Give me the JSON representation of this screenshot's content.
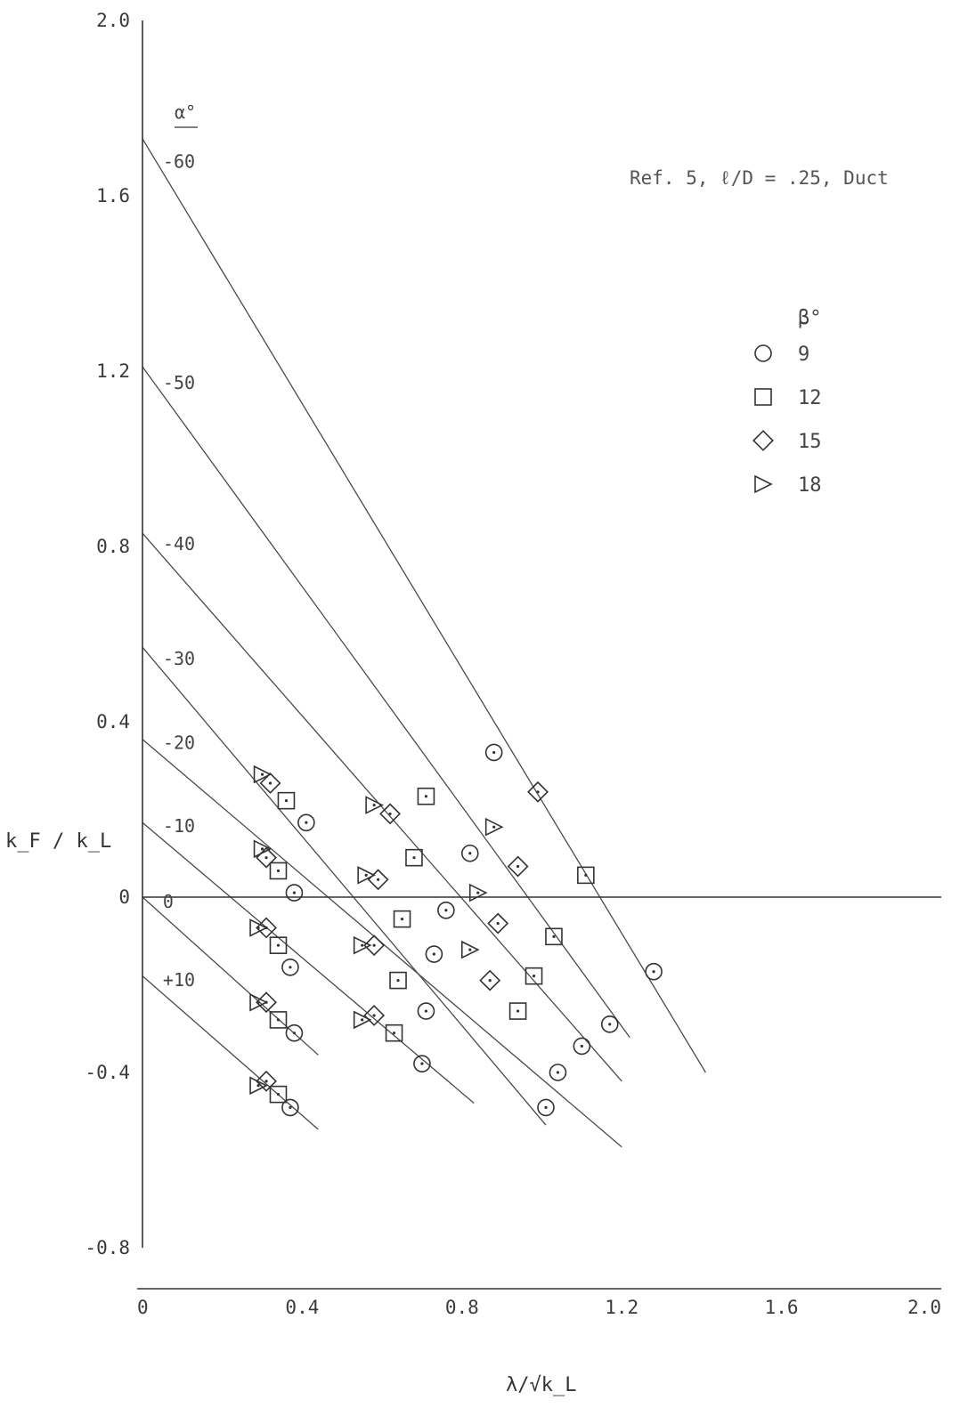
{
  "chart_data": {
    "type": "scatter",
    "title": "",
    "annotation": "Ref. 5, ℓ/D = .25, Duct",
    "xlabel": "λ/√k_L",
    "ylabel": "k_F / k_L",
    "xlim": [
      0,
      2.0
    ],
    "ylim": [
      -0.8,
      2.0
    ],
    "x_ticks": [
      {
        "value": 0,
        "label": "0"
      },
      {
        "value": 0.4,
        "label": "0.4"
      },
      {
        "value": 0.8,
        "label": "0.8"
      },
      {
        "value": 1.2,
        "label": "1.2"
      },
      {
        "value": 1.6,
        "label": "1.6"
      },
      {
        "value": 2.0,
        "label": "2.0"
      }
    ],
    "y_ticks": [
      {
        "value": 2.0,
        "label": "2.0"
      },
      {
        "value": 1.6,
        "label": "1.6"
      },
      {
        "value": 1.2,
        "label": "1.2"
      },
      {
        "value": 0.8,
        "label": "0.8"
      },
      {
        "value": 0.4,
        "label": "0.4"
      },
      {
        "value": 0,
        "label": "0"
      },
      {
        "value": -0.4,
        "label": "-0.4"
      },
      {
        "value": -0.8,
        "label": "-0.8"
      }
    ],
    "grid": false,
    "line_group_title": "α°",
    "lines": [
      {
        "label": "-60",
        "x": [
          0,
          1.41
        ],
        "y": [
          1.73,
          -0.4
        ]
      },
      {
        "label": "-50",
        "x": [
          0,
          1.22
        ],
        "y": [
          1.21,
          -0.32
        ]
      },
      {
        "label": "-40",
        "x": [
          0,
          1.2
        ],
        "y": [
          0.83,
          -0.42
        ]
      },
      {
        "label": "-30",
        "x": [
          0,
          1.01
        ],
        "y": [
          0.57,
          -0.52
        ]
      },
      {
        "label": "-20",
        "x": [
          0,
          1.2
        ],
        "y": [
          0.36,
          -0.57
        ]
      },
      {
        "label": "-10",
        "x": [
          0,
          0.83
        ],
        "y": [
          0.17,
          -0.47
        ]
      },
      {
        "label": "0",
        "x": [
          0,
          0.44
        ],
        "y": [
          0.0,
          -0.36
        ]
      },
      {
        "label": "+10",
        "x": [
          0,
          0.44
        ],
        "y": [
          -0.18,
          -0.53
        ]
      }
    ],
    "reference_line": {
      "y": 0
    },
    "legend": {
      "title": "β°",
      "placement": "right",
      "entries": [
        {
          "marker": "circle",
          "label": "9"
        },
        {
          "marker": "square",
          "label": "12"
        },
        {
          "marker": "diamond",
          "label": "15"
        },
        {
          "marker": "triangle",
          "label": "18"
        }
      ]
    },
    "series": [
      {
        "marker": "circle",
        "points": [
          [
            0.88,
            0.33
          ],
          [
            0.41,
            0.17
          ],
          [
            0.38,
            0.01
          ],
          [
            0.37,
            -0.16
          ],
          [
            0.38,
            -0.31
          ],
          [
            0.37,
            -0.48
          ],
          [
            0.82,
            0.1
          ],
          [
            0.76,
            -0.03
          ],
          [
            0.73,
            -0.13
          ],
          [
            0.71,
            -0.26
          ],
          [
            0.7,
            -0.38
          ],
          [
            1.28,
            -0.17
          ],
          [
            1.17,
            -0.29
          ],
          [
            1.1,
            -0.34
          ],
          [
            1.04,
            -0.4
          ],
          [
            1.01,
            -0.48
          ]
        ]
      },
      {
        "marker": "square",
        "points": [
          [
            0.36,
            0.22
          ],
          [
            0.34,
            0.06
          ],
          [
            0.34,
            -0.11
          ],
          [
            0.34,
            -0.28
          ],
          [
            0.34,
            -0.45
          ],
          [
            0.71,
            0.23
          ],
          [
            0.68,
            0.09
          ],
          [
            0.65,
            -0.05
          ],
          [
            0.64,
            -0.19
          ],
          [
            0.63,
            -0.31
          ],
          [
            1.11,
            0.05
          ],
          [
            1.03,
            -0.09
          ],
          [
            0.98,
            -0.18
          ],
          [
            0.94,
            -0.26
          ]
        ]
      },
      {
        "marker": "diamond",
        "points": [
          [
            0.32,
            0.26
          ],
          [
            0.31,
            0.09
          ],
          [
            0.31,
            -0.07
          ],
          [
            0.31,
            -0.24
          ],
          [
            0.31,
            -0.42
          ],
          [
            0.62,
            0.19
          ],
          [
            0.59,
            0.04
          ],
          [
            0.58,
            -0.11
          ],
          [
            0.58,
            -0.27
          ],
          [
            0.99,
            0.24
          ],
          [
            0.94,
            0.07
          ],
          [
            0.89,
            -0.06
          ],
          [
            0.87,
            -0.19
          ]
        ]
      },
      {
        "marker": "triangle",
        "points": [
          [
            0.3,
            0.28
          ],
          [
            0.3,
            0.11
          ],
          [
            0.29,
            -0.07
          ],
          [
            0.29,
            -0.24
          ],
          [
            0.29,
            -0.43
          ],
          [
            0.58,
            0.21
          ],
          [
            0.56,
            0.05
          ],
          [
            0.55,
            -0.11
          ],
          [
            0.55,
            -0.28
          ],
          [
            0.88,
            0.16
          ],
          [
            0.84,
            0.01
          ],
          [
            0.82,
            -0.12
          ]
        ]
      }
    ]
  }
}
